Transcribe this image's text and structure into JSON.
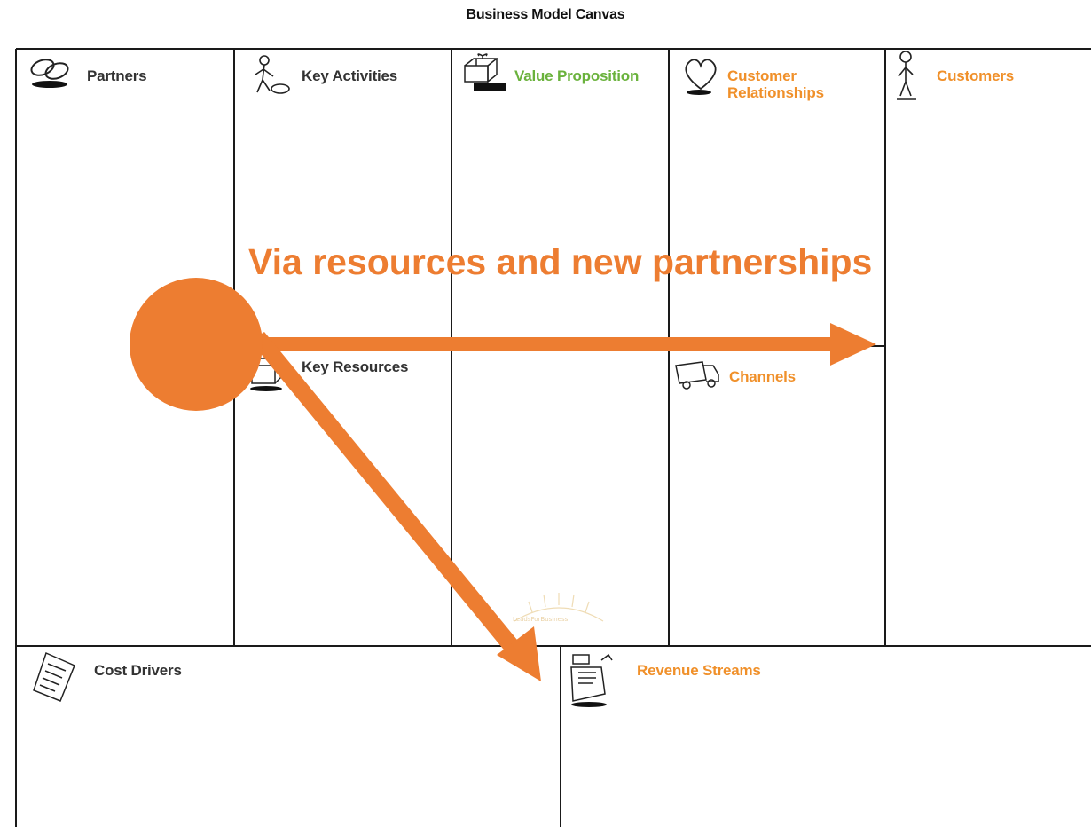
{
  "title": "Business Model Canvas",
  "blocks": {
    "partners": "Partners",
    "key_activities": "Key Activities",
    "value_proposition": "Value Proposition",
    "customer_relationships_line1": "Customer",
    "customer_relationships_line2": "Relationships",
    "customers": "Customers",
    "key_resources": "Key Resources",
    "channels": "Channels",
    "cost_drivers": "Cost Drivers",
    "revenue_streams": "Revenue Streams"
  },
  "watermark": "LeadsForBusiness",
  "overlay": {
    "annotation": "Via resources and new partnerships",
    "color": "#ed7d31"
  },
  "colors": {
    "dark_label": "#333333",
    "orange_label": "#f0902a",
    "green_label": "#6ab23c",
    "grid_line": "#1a1a1a"
  },
  "icons": {
    "partners": "chain-links-icon",
    "key_activities": "worker-icon",
    "value_proposition": "gift-box-icon",
    "customer_relationships": "heart-icon",
    "customers": "person-icon",
    "key_resources": "resources-icon",
    "channels": "truck-icon",
    "cost_drivers": "receipt-icon",
    "revenue_streams": "cash-register-icon"
  }
}
